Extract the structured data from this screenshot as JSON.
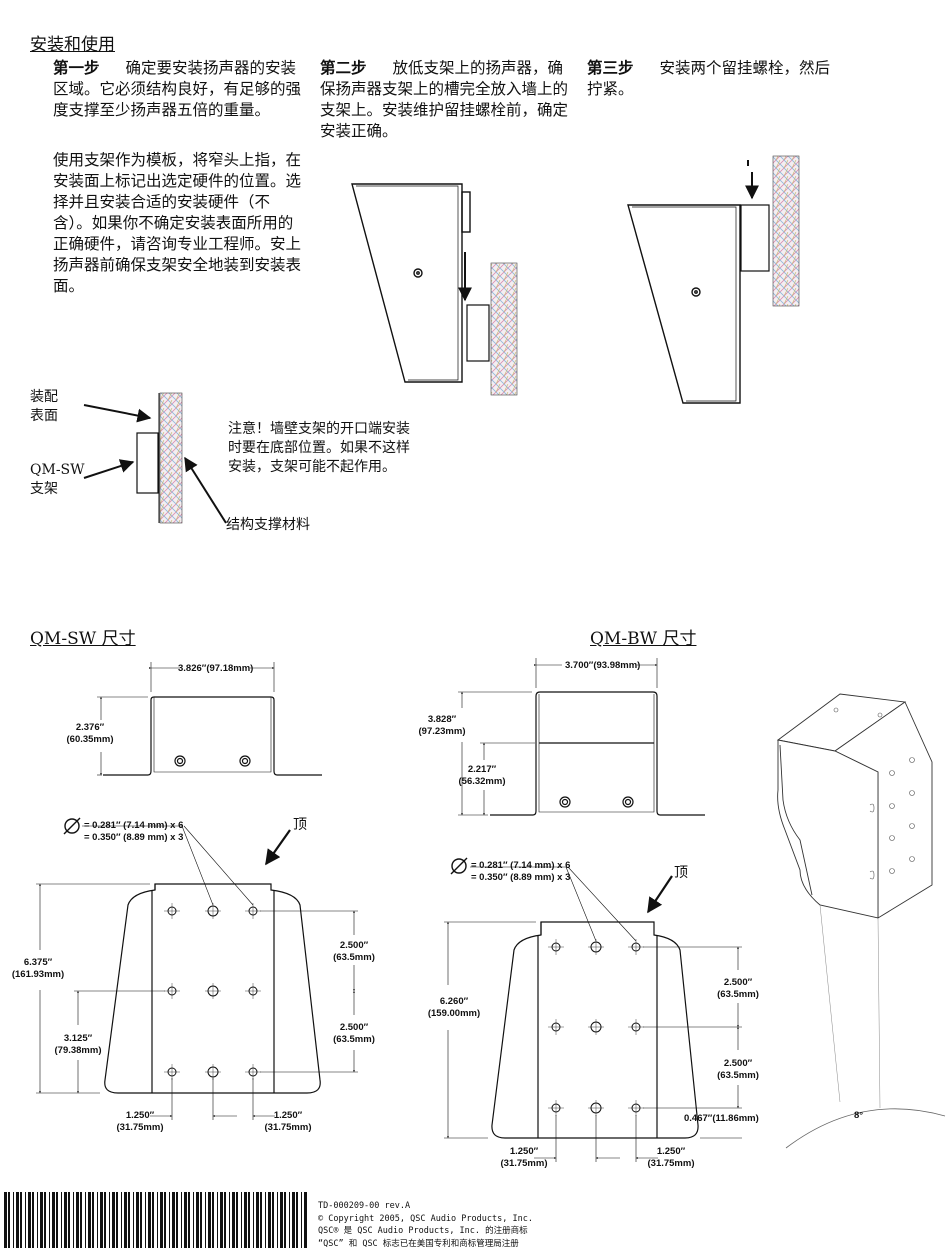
{
  "section_title": "安装和使用",
  "steps": [
    {
      "label": "第一步",
      "text": "确定要安装扬声器的安装区域。它必须结构良好，有足够的强度支撑至少扬声器五倍的重量。"
    },
    {
      "label": "第二步",
      "text": "放低支架上的扬声器，确保扬声器支架上的槽完全放入墙上的支架上。安装维护留挂螺栓前，确定安装正确。"
    },
    {
      "label": "第三步",
      "text": "安装两个留挂螺栓，然后拧紧。"
    }
  ],
  "template_paragraph": "使用支架作为模板，将窄头上指，在安装面上标记出选定硬件的位置。选择并且安装合适的安装硬件（不含）。如果你不确定安装表面所用的正确硬件，请咨询专业工程师。安上扬声器前确保支架安全地装到安装表面。",
  "callouts": {
    "mount_surface": [
      "装配",
      "表面"
    ],
    "sw_bracket": [
      "QM-SW",
      "支架"
    ],
    "support_material": "结构支撑材料",
    "note": "注意！墙壁支架的开口端安装时要在底部位置。如果不这样安装，支架可能不起作用。"
  },
  "qm_sw": {
    "title": "QM-SW 尺寸",
    "width": "3.826″(97.18mm)",
    "height": [
      "2.376″",
      "(60.35mm)"
    ],
    "hole_note": [
      "= 0.281″ (7.14 mm) x 6",
      "= 0.350″ (8.89 mm) x 3"
    ],
    "top_label": "顶",
    "overall": [
      "6.375″",
      "(161.93mm)"
    ],
    "half": [
      "3.125″",
      "(79.38mm)"
    ],
    "pitch1": [
      "2.500″",
      "(63.5mm)"
    ],
    "pitch2": [
      "2.500″",
      "(63.5mm)"
    ],
    "col_left": [
      "1.250″",
      "(31.75mm)"
    ],
    "col_right": [
      "1.250″",
      "(31.75mm)"
    ]
  },
  "qm_bw": {
    "title": "QM-BW 尺寸",
    "width": "3.700″(93.98mm)",
    "height": [
      "3.828″",
      "(97.23mm)"
    ],
    "inner": [
      "2.217″",
      "(56.32mm)"
    ],
    "hole_note": [
      "= 0.281″ (7.14 mm) x 6",
      "= 0.350″ (8.89 mm) x 3"
    ],
    "top_label": "顶",
    "overall": [
      "6.260″",
      "(159.00mm)"
    ],
    "pitch1": [
      "2.500″",
      "(63.5mm)"
    ],
    "pitch2": [
      "2.500″",
      "(63.5mm)"
    ],
    "bottom_offset": "0.467″(11.86mm)",
    "col_left": [
      "1.250″",
      "(31.75mm)"
    ],
    "col_right": [
      "1.250″",
      "(31.75mm)"
    ]
  },
  "angle_label": "8°",
  "footer": [
    "TD-000209-00 rev.A",
    "© Copyright 2005, QSC Audio Products, Inc.",
    "QSC® 是 QSC Audio Products, Inc. 的注册商标",
    "“QSC” 和 QSC 标志已在美国专利和商标管理局注册"
  ],
  "colors": {
    "ink": "#111111",
    "hatch_a": "#d98fb0",
    "hatch_b": "#8fb7d9",
    "hatch_c": "#c9b76a"
  }
}
